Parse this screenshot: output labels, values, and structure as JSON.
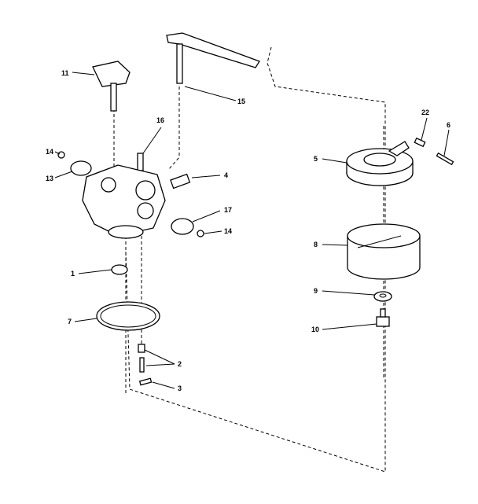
{
  "diagram": {
    "labels": {
      "l11": "11",
      "l15": "15",
      "l16": "16",
      "l14a": "14",
      "l13": "13",
      "l4": "4",
      "l17": "17",
      "l14b": "14",
      "l1": "1",
      "l7": "7",
      "l2": "2",
      "l3": "3",
      "l22": "22",
      "l6": "6",
      "l5": "5",
      "l8": "8",
      "l9": "9",
      "l10": "10"
    }
  }
}
